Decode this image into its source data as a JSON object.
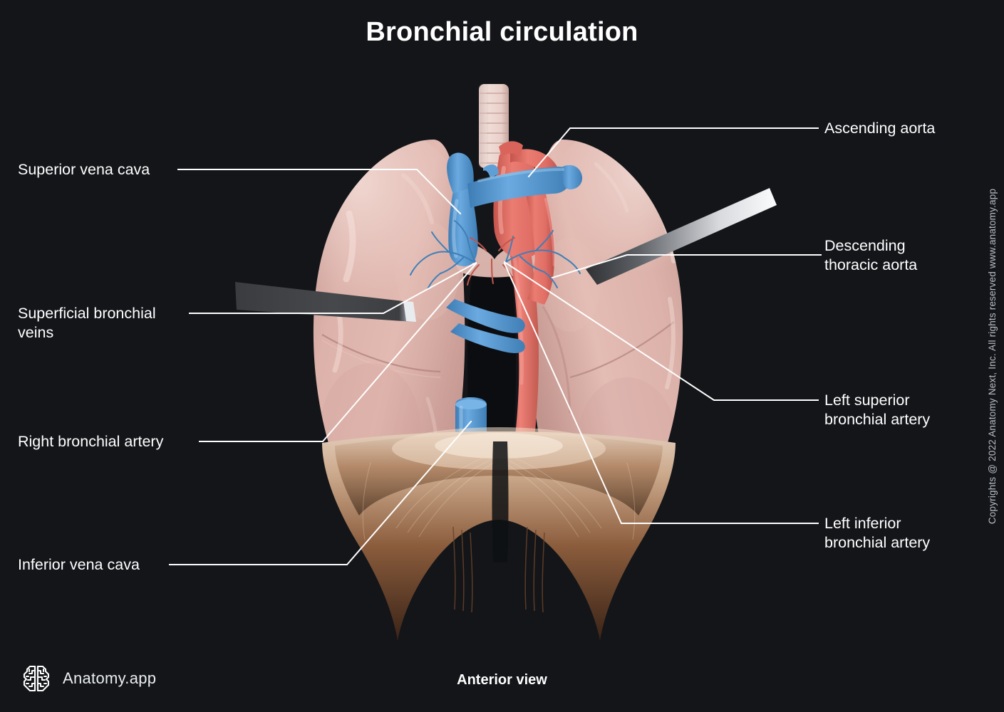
{
  "title": "Bronchial circulation",
  "caption": "Anterior view",
  "background_color": "#131519",
  "label_color": "#ffffff",
  "leader_line_color": "#ffffff",
  "brand": {
    "name": "Anatomy.app",
    "logo_icon": "brain-icon"
  },
  "copyright": "Copyrights @ 2022 Anatomy Next, Inc. All rights reserved www.anatomy.app",
  "labels_left": [
    {
      "id": "superior-vena-cava",
      "text": "Superior vena cava"
    },
    {
      "id": "superficial-bronchial-veins",
      "text": "Superficial bronchial\nveins"
    },
    {
      "id": "right-bronchial-artery",
      "text": "Right bronchial artery"
    },
    {
      "id": "inferior-vena-cava",
      "text": "Inferior vena cava"
    }
  ],
  "labels_right": [
    {
      "id": "ascending-aorta",
      "text": "Ascending aorta"
    },
    {
      "id": "descending-thoracic-aorta",
      "text": "Descending\nthoracic aorta"
    },
    {
      "id": "left-superior-bronchial-artery",
      "text": "Left superior\nbronchial artery"
    },
    {
      "id": "left-inferior-bronchial-artery",
      "text": "Left inferior\nbronchial artery"
    }
  ],
  "anatomy": {
    "view": "Anterior view",
    "structures": [
      "trachea",
      "right lung",
      "left lung",
      "superior vena cava",
      "brachiocephalic veins",
      "ascending aorta",
      "aortic arch",
      "descending thoracic aorta",
      "inferior vena cava",
      "diaphragm",
      "bronchial arteries",
      "superficial bronchial veins"
    ],
    "colors": {
      "lung": "#dcb0a9",
      "lung_shadow": "#c2918b",
      "artery": "#e4736a",
      "vein": "#5b9bd5",
      "trachea": "#e6cfc9",
      "diaphragm": "#8a5c3c",
      "pointer_dark": "#45474a",
      "pointer_light": "#f4f5f6"
    }
  }
}
